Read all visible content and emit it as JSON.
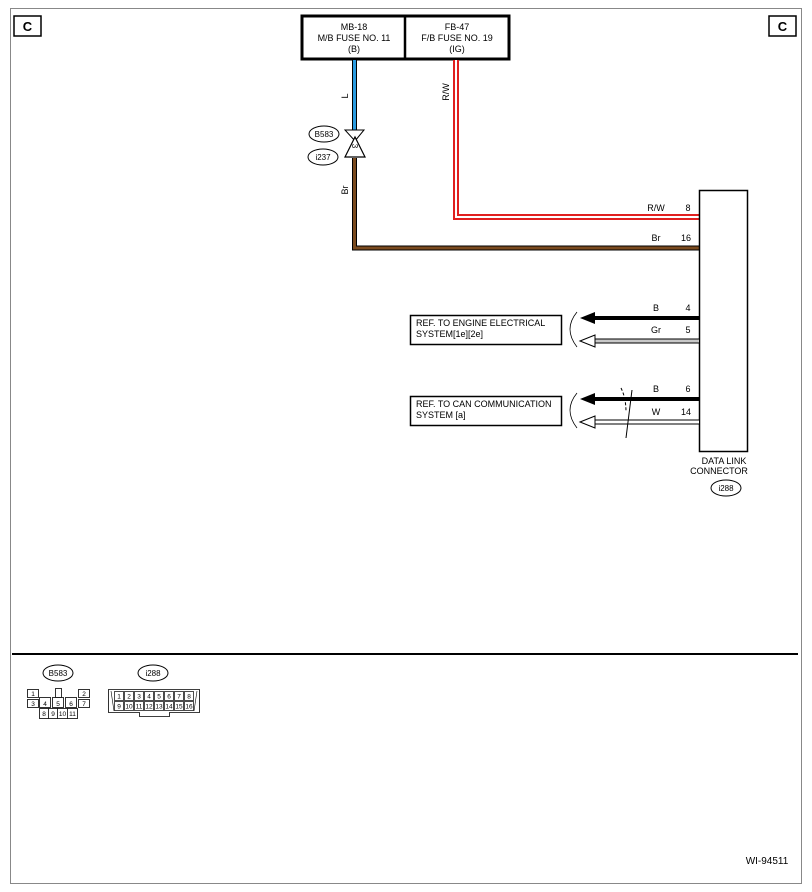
{
  "corner_labels": {
    "left": "C",
    "right": "C"
  },
  "fuses": [
    {
      "line1": "MB-18",
      "line2": "M/B FUSE NO. 11",
      "line3": "(B)"
    },
    {
      "line1": "FB-47",
      "line2": "F/B FUSE NO. 19",
      "line3": "(IG)"
    }
  ],
  "wires": {
    "fuse1_color": "L",
    "fuse2_color": "R/W",
    "lower_color": "Br",
    "colors": {
      "blue": "#2a9be0",
      "red": "#e02020",
      "brown": "#7a4a1e",
      "gray": "#c8c8c8"
    }
  },
  "connectors": {
    "joint": {
      "upper_id": "B583",
      "lower_id": "i237",
      "pin": "3"
    },
    "dlc": {
      "name_line1": "DATA LINK",
      "name_line2": "CONNECTOR",
      "id": "i288",
      "pins": [
        {
          "color": "R/W",
          "num": "8"
        },
        {
          "color": "Br",
          "num": "16"
        },
        {
          "color": "B",
          "num": "4"
        },
        {
          "color": "Gr",
          "num": "5"
        },
        {
          "color": "B",
          "num": "6"
        },
        {
          "color": "W",
          "num": "14"
        }
      ]
    }
  },
  "refs": [
    {
      "line1": "REF. TO ENGINE ELECTRICAL",
      "line2": "SYSTEM[1e][2e]"
    },
    {
      "line1": "REF. TO CAN COMMUNICATION",
      "line2": "SYSTEM [a]"
    }
  ],
  "legend": {
    "b583": {
      "id": "B583",
      "top": [
        "1",
        "2"
      ],
      "mid": [
        "3",
        "4",
        "5",
        "6",
        "7"
      ],
      "bottom": [
        "8",
        "9",
        "10",
        "11"
      ]
    },
    "i288": {
      "id": "i288",
      "top": [
        "1",
        "2",
        "3",
        "4",
        "5",
        "6",
        "7",
        "8"
      ],
      "bottom": [
        "9",
        "10",
        "11",
        "12",
        "13",
        "14",
        "15",
        "16"
      ]
    }
  },
  "figure_code": "WI-94511"
}
